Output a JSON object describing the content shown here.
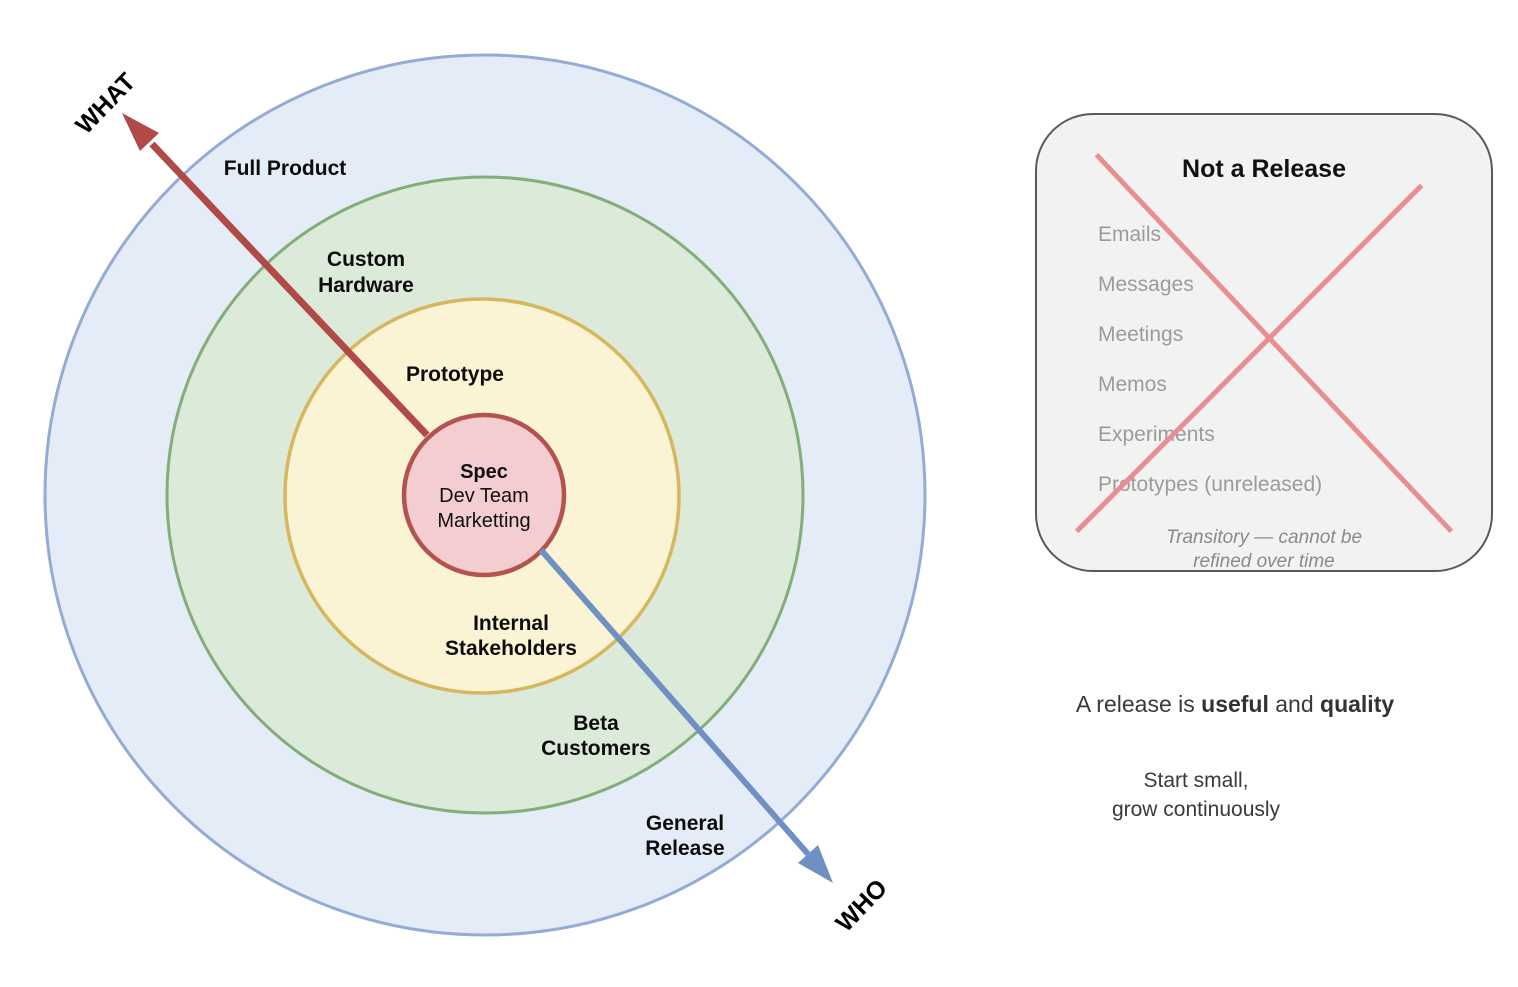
{
  "diagram": {
    "axis_what": "WHAT",
    "axis_who": "WHO",
    "what_labels": {
      "full_product": "Full Product",
      "custom_hardware": [
        "Custom",
        "Hardware"
      ],
      "prototype": "Prototype"
    },
    "center": {
      "line1": "Spec",
      "line2": "Dev Team",
      "line3": "Marketting"
    },
    "who_labels": {
      "internal_stakeholders": [
        "Internal",
        "Stakeholders"
      ],
      "beta_customers": [
        "Beta",
        "Customers"
      ],
      "general_release": [
        "General",
        "Release"
      ]
    }
  },
  "not_a_release": {
    "title": "Not a Release",
    "items": [
      "Emails",
      "Messages",
      "Meetings",
      "Memos",
      "Experiments",
      "Prototypes (unreleased)"
    ],
    "note_line1": "Transitory — cannot be",
    "note_line2": "refined over time"
  },
  "statements": {
    "release_prefix": "A release is ",
    "release_bold1": "useful",
    "release_mid": " and ",
    "release_bold2": "quality",
    "start_line1": "Start small,",
    "start_line2": "grow continuously"
  },
  "colors": {
    "outer_ring_fill": "#e4ecf8",
    "outer_ring_stroke": "#93abd5",
    "green_ring_fill": "#dcead9",
    "green_ring_stroke": "#84ae77",
    "yellow_ring_fill": "#faf3d4",
    "yellow_ring_stroke": "#d6b65e",
    "center_fill": "#f3cdd0",
    "center_stroke": "#b25350",
    "what_arrow": "#b04a47",
    "who_arrow": "#7090c3",
    "crossout": "#e88e8e",
    "panel_bg": "#f2f2f2",
    "panel_border": "#595959",
    "muted_text": "#9b9b9b"
  }
}
